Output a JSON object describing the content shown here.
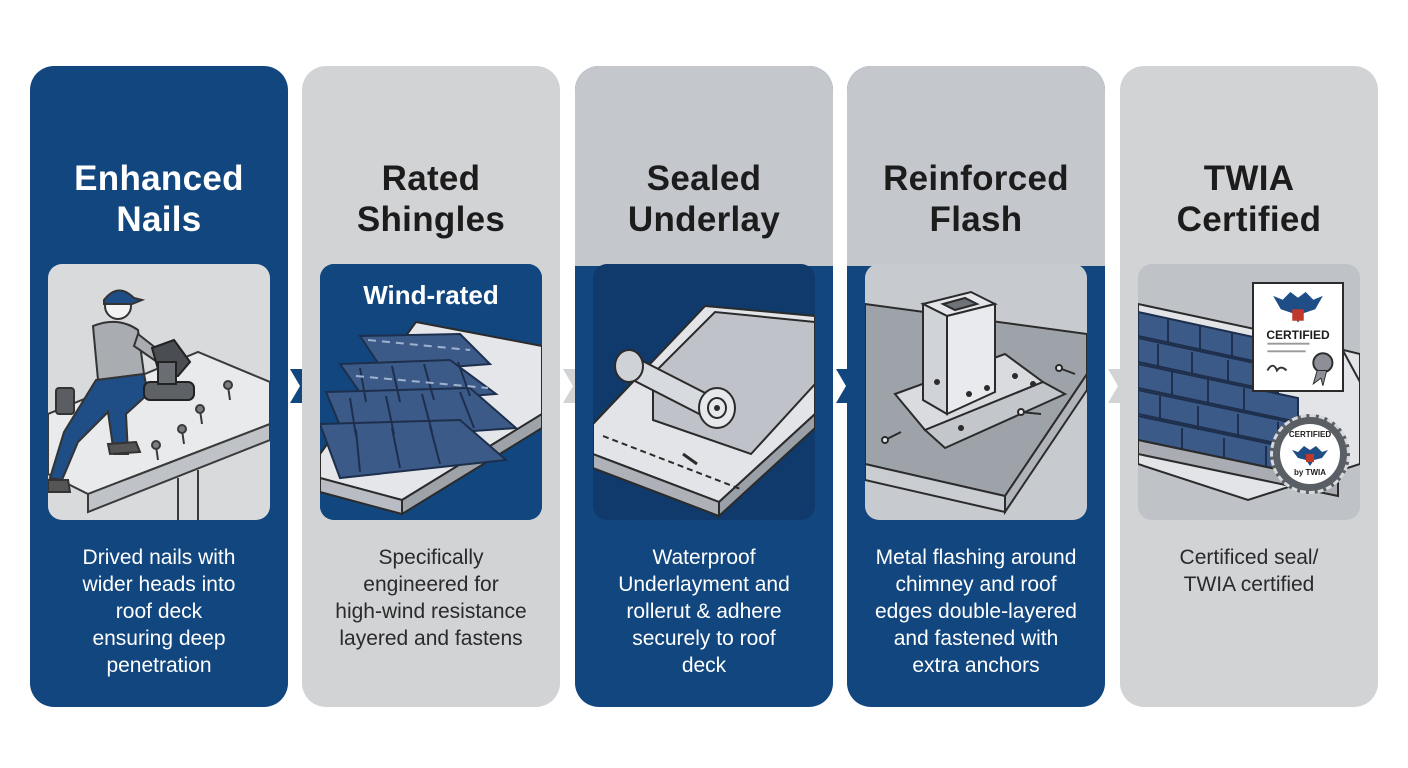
{
  "steps": [
    {
      "title_lines": [
        "Enhanced",
        "Nails"
      ],
      "description_lines": [
        "Drived nails with",
        "wider heads into",
        "roof deck",
        "ensuring deep",
        "penetration"
      ]
    },
    {
      "title_lines": [
        "Rated",
        "Shingles"
      ],
      "illustration_label": "Wind-rated",
      "description_lines": [
        "Specifically",
        "engineered for",
        "high-wind resistance",
        "layered and fastens"
      ]
    },
    {
      "title_lines": [
        "Sealed",
        "Underlay"
      ],
      "description_lines": [
        "Waterproof",
        "Underlayment and",
        "rollerut & adhere",
        "securely to roof",
        "deck"
      ]
    },
    {
      "title_lines": [
        "Reinforced",
        "Flash"
      ],
      "description_lines": [
        "Metal flashing around",
        "chimney and roof",
        "edges double-layered",
        "and fastened with",
        "extra anchors"
      ]
    },
    {
      "title_lines": [
        "TWIA",
        "Certified"
      ],
      "certificate_label": "CERTIFIED",
      "seal_top": "CERTIFIED",
      "seal_bottom": "by TWIA",
      "description_lines": [
        "Certificed seal/",
        "TWIA certified"
      ]
    }
  ],
  "colors": {
    "navy": "#12467f",
    "light_gray": "#d2d3d5",
    "mid_gray": "#c4c7cc",
    "shingle_blue": "#3c5a88"
  },
  "icons": [
    "roofer-icon",
    "shingles-icon",
    "underlay-roll-icon",
    "chimney-flashing-icon",
    "certificate-icon",
    "seal-icon",
    "chevron-right-icon"
  ]
}
